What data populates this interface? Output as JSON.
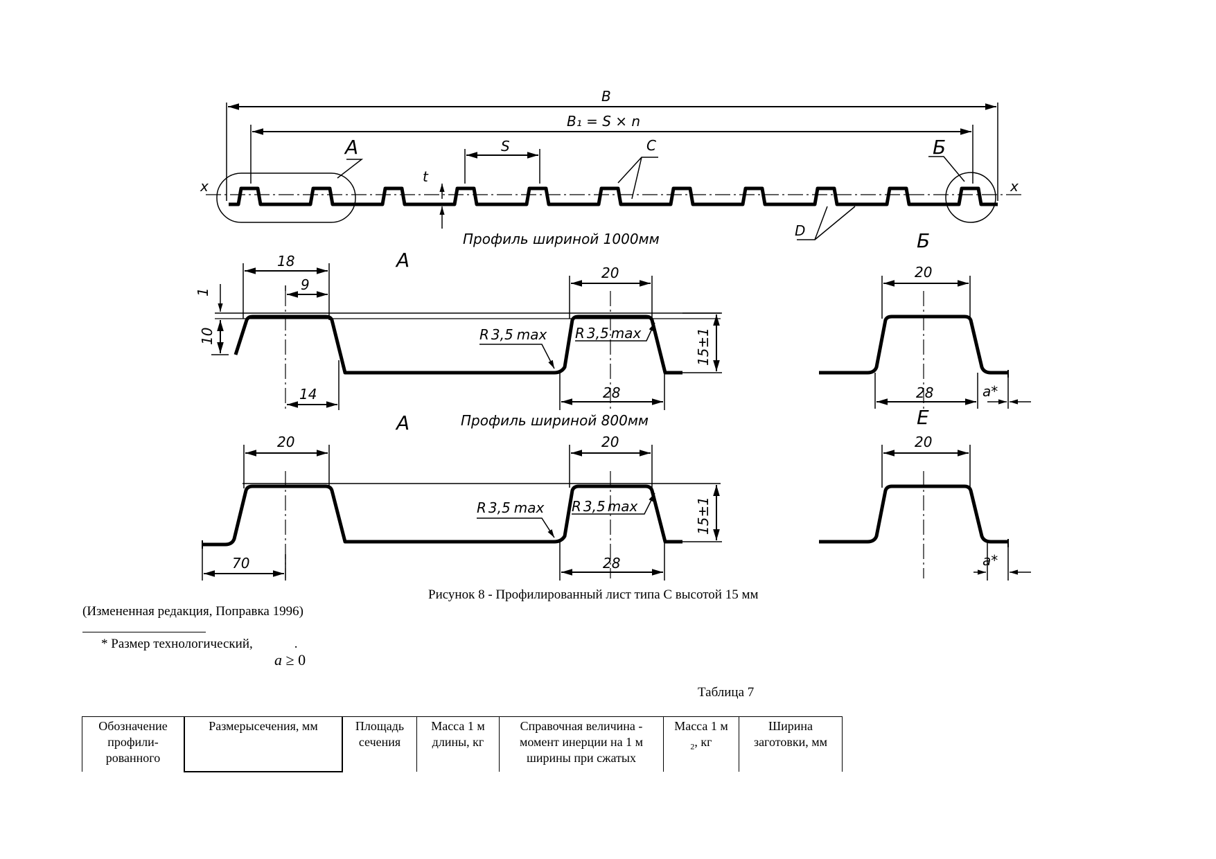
{
  "drawing": {
    "top_view": {
      "dim_B": "B",
      "dim_B1": "B₁ = S × n",
      "dim_S": "S",
      "label_A": "A",
      "label_B_cyr": "Б",
      "label_C": "C",
      "label_D": "D",
      "label_t": "t",
      "axis_x_left": "x",
      "axis_x_right": "x",
      "caption": "Профиль шириной  1000мм"
    },
    "detail_1000": {
      "title": "A",
      "dim_18": "18",
      "dim_9": "9",
      "dim_1": "1",
      "dim_10": "10",
      "dim_14": "14",
      "dim_20": "20",
      "dim_28": "28",
      "dim_15": "15±1",
      "r_left_prefix": "R",
      "r_left_value": "3,5",
      "r_left_suffix": "max",
      "r_right_prefix": "R",
      "r_right_value": "3,5",
      "r_right_suffix": "max"
    },
    "detail_b": {
      "title": "Б",
      "dim_20": "20",
      "dim_28": "28",
      "dim_a": "a*"
    },
    "middle_caption": "Профиль шириной  800мм",
    "detail_800": {
      "title": "A",
      "dim_20_left": "20",
      "dim_70": "70",
      "dim_20": "20",
      "dim_28": "28",
      "dim_15": "15±1",
      "r_left_prefix": "R",
      "r_left_value": "3,5",
      "r_left_suffix": "max",
      "r_right_prefix": "R",
      "r_right_value": "3,5",
      "r_right_suffix": "max"
    },
    "detail_e": {
      "title": "Е",
      "dim_20": "20",
      "dim_a": "a*"
    }
  },
  "caption": "Рисунок 8 - Профилированный лист типа С высотой 15 мм",
  "amended": "(Измененная редакция, Поправка 1996)",
  "footnote": "* Размер технологический,",
  "formula": {
    "var": "a",
    "op": "≥",
    "value": "0",
    "dot": "."
  },
  "table_title": "Таблица 7",
  "table_headers": [
    "Обозначение профили-рованного",
    "Размерысечения, мм",
    "Площадь сечения",
    "Масса 1 м длины, кг",
    "Справочная величина - момент инерции на 1 м ширины при сжатых",
    "Масса 1 м",
    "Ширина заготовки, мм"
  ],
  "table_header_6_sub": "2",
  "table_header_6_tail": ", кг"
}
